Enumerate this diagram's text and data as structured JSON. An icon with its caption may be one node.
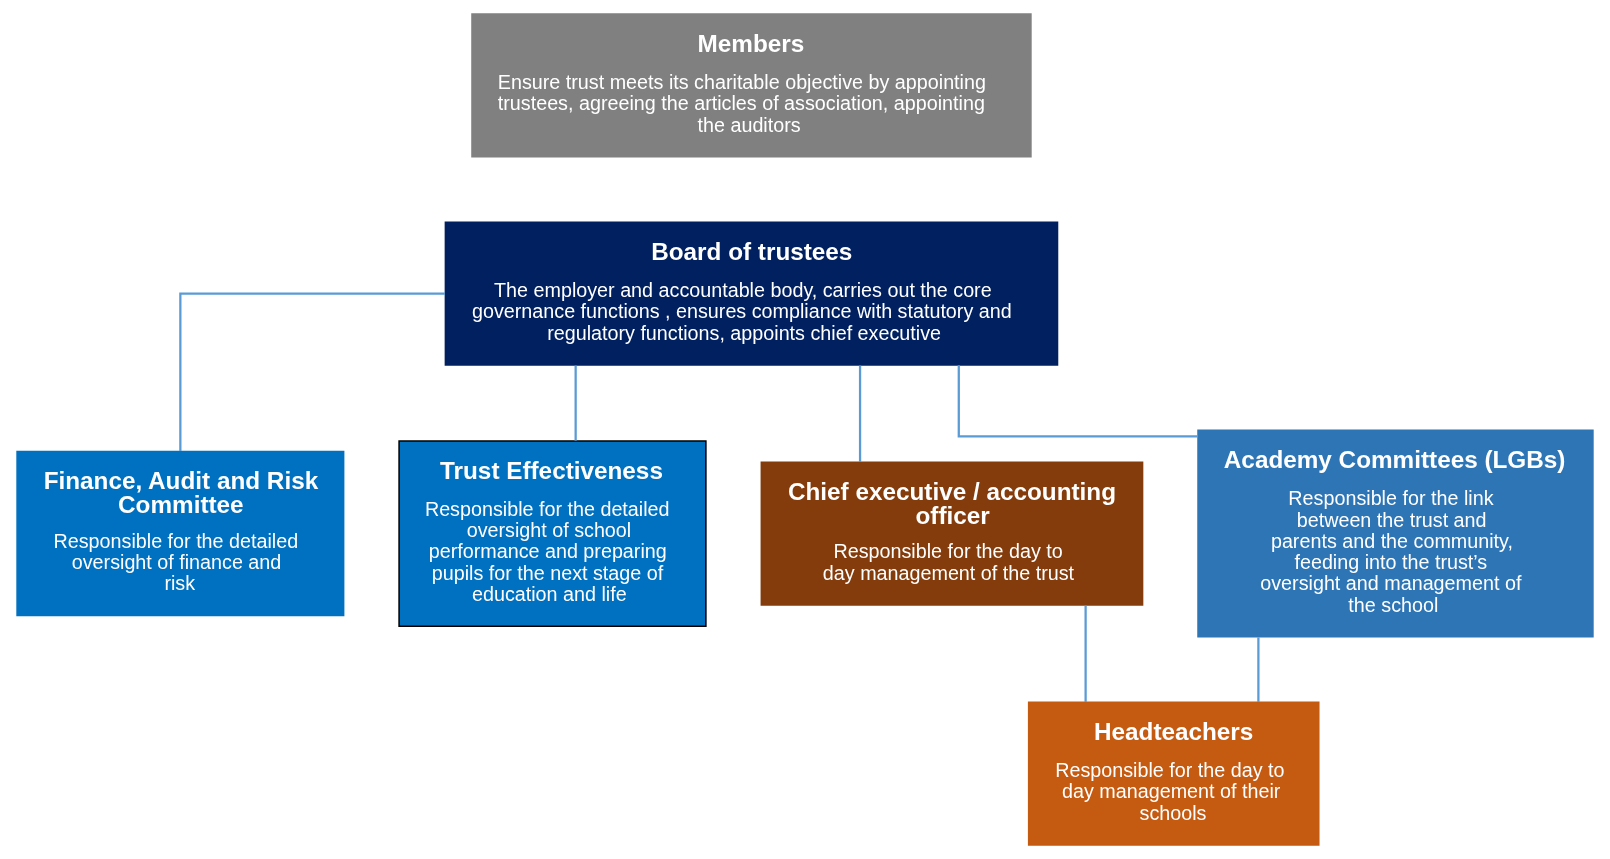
{
  "diagram": {
    "nodes": [
      {
        "text": [
          "Members",
          "Ensure trust meets its charitable objective by appointing trustees, agreeing the articles of association, appointing the auditors"
        ]
      },
      {
        "text": [
          "Board of trustees",
          "The employer and accountable body, carries out the core governance functions , ensures compliance with statutory and regulatory functions, appoints chief executive"
        ]
      },
      {
        "text": [
          "Finance, Audit and Risk Committee",
          "Responsible for the detailed oversight of finance and risk"
        ]
      },
      {
        "text": [
          "Trust Effectiveness",
          "Responsible for the detailed oversight of school performance and preparing pupils for the next stage of education and life"
        ]
      },
      {
        "text": [
          "Chief executive / accounting officer",
          "Responsible for the day to day management of the trust"
        ]
      },
      {
        "text": [
          "Academy Committees (LGBs)",
          "Responsible for the link between the trust and parents and the community, feeding into the trust’s oversight and management of the school"
        ]
      },
      {
        "text": [
          "Headteachers",
          "Responsible for the day to day management of their schools"
        ]
      }
    ],
    "edges": [
      {
        "from": 1,
        "to": 2,
        "arrow": "none"
      },
      {
        "from": 1,
        "to": 3,
        "arrow": "none"
      },
      {
        "from": 1,
        "to": 4,
        "arrow": "none"
      },
      {
        "from": 1,
        "to": 5,
        "arrow": "none"
      },
      {
        "from": 4,
        "to": 6,
        "arrow": "none"
      },
      {
        "from": 5,
        "to": 6,
        "arrow": "none"
      }
    ]
  }
}
